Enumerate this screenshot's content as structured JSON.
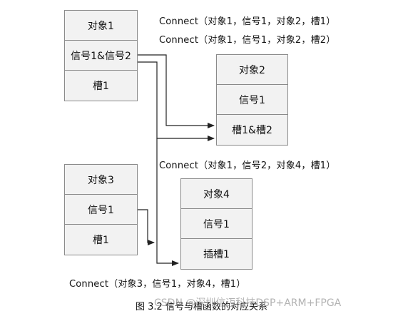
{
  "objects": {
    "object1": {
      "header": "对象1",
      "signal": "信号1&信号2",
      "slot": "槽1"
    },
    "object2": {
      "header": "对象2",
      "signal": "信号1",
      "slot": "槽1&槽2"
    },
    "object3": {
      "header": "对象3",
      "signal": "信号1",
      "slot": "槽1"
    },
    "object4": {
      "header": "对象4",
      "signal": "信号1",
      "slot": "插槽1"
    }
  },
  "connections": [
    "Connect（对象1，信号1，对象2，槽1）",
    "Connect（对象1，信号1，对象2，槽2）",
    "Connect（对象1，信号2，对象4，槽1）",
    "Connect（对象3，信号1，对象4，槽1）"
  ],
  "caption": "图 3.2  信号与槽函数的对应关系",
  "watermark": "CSDN @深圳信迈科技DSP+ARM+FPGA",
  "colors": {
    "box_fill": "#f2f2f2",
    "box_border": "#8a8a8a",
    "connector": "#222222"
  }
}
